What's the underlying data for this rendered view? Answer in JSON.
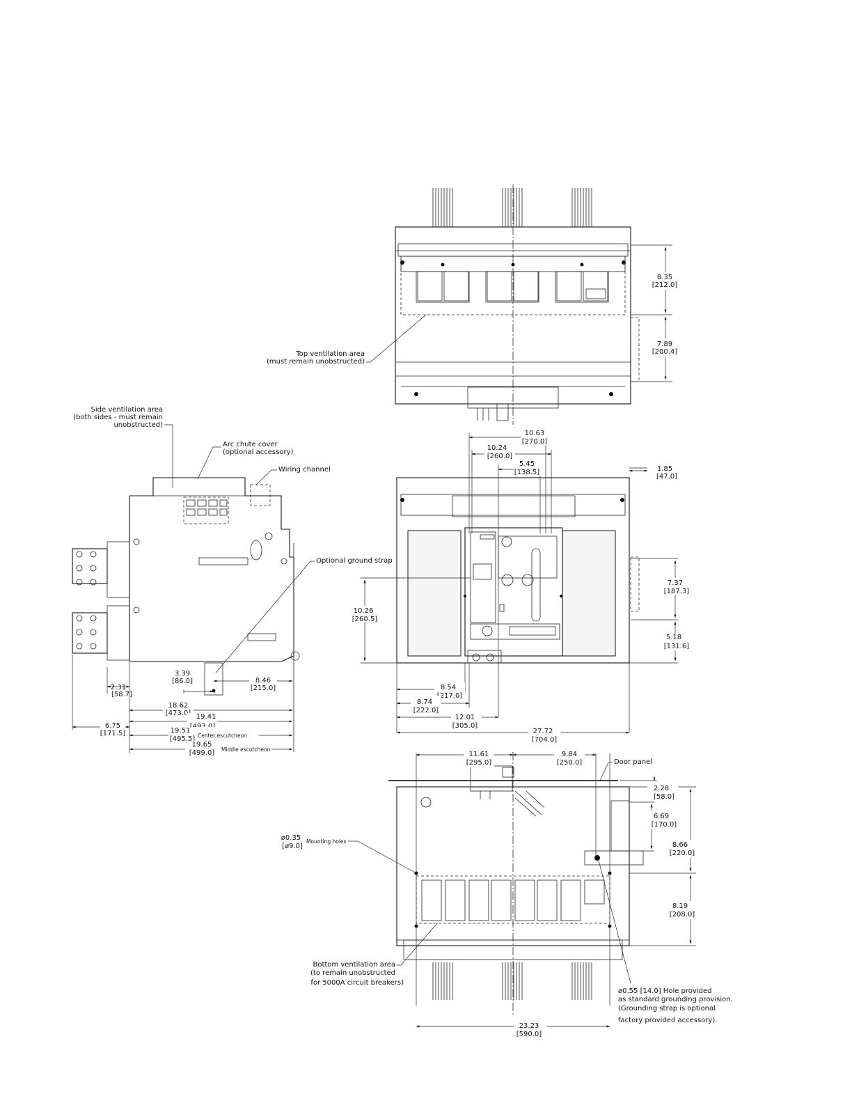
{
  "diagram": {
    "top_view": {
      "labels": {
        "top_vent_1": "Top ventilation area",
        "top_vent_2": "(must remain unobstructed)"
      },
      "dims": {
        "d835": "8.35",
        "d835m": "[212.0]",
        "d789": "7.89",
        "d789m": "[200.4]"
      }
    },
    "side_view": {
      "labels": {
        "side_vent_1": "Side ventilation area",
        "side_vent_2": "(both sides - must remain",
        "side_vent_3": "unobstructed)",
        "arc_1": "Arc chute cover",
        "arc_2": "(optional accessory)",
        "wiring": "Wiring channel",
        "ground_strap": "Optional ground strap",
        "center_esc": "Center escutcheon",
        "middle_esc": "Middle escutcheon"
      },
      "dims": {
        "d339": "3.39",
        "d339m": "[86.0]",
        "d846": "8.46",
        "d846m": "[215.0]",
        "d231": "2.31",
        "d231m": "[58.7]",
        "d1862": "18.62",
        "d1862m": "[473.0]",
        "d1941": "19.41",
        "d1941m": "[493.0]",
        "d675": "6.75",
        "d675m": "[171.5]",
        "d1951": "19.51",
        "d1951m": "[495.5]",
        "d1965": "19.65",
        "d1965m": "[499.0]"
      }
    },
    "front_view": {
      "dims": {
        "d1063": "10.63",
        "d1063m": "[270.0]",
        "d1024": "10.24",
        "d1024m": "[260.0]",
        "d545": "5.45",
        "d545m": "[138.5]",
        "d185": "1.85",
        "d185m": "[47.0]",
        "d737": "7.37",
        "d737m": "[187.3]",
        "d1026": "10.26",
        "d1026m": "[260.5]",
        "d518": "5.18",
        "d518m": "[131.6]",
        "d854": "8.54",
        "d854m": "[217.0]",
        "d874": "8.74",
        "d874m": "[222.0]",
        "d1201": "12.01",
        "d1201m": "[305.0]",
        "d2772": "27.72",
        "d2772m": "[704.0]"
      }
    },
    "bottom_view": {
      "labels": {
        "door_panel": "Door panel",
        "mount_1": "ø0.35",
        "mount_2": "[ø9.0]",
        "mount_3": "Mounting holes",
        "bot_vent_1": "Bottom ventilation area",
        "bot_vent_2": "(to remain unobstructed",
        "bot_vent_3": "for 5000A circuit breakers)",
        "hole_1": "ø0.55 [14.0] Hole provided",
        "hole_2": "as standard grounding provision.",
        "hole_3": "(Grounding strap is optional",
        "hole_4": "factory provided accessory)."
      },
      "dims": {
        "d1161": "11.61",
        "d1161m": "[295.0]",
        "d984": "9.84",
        "d984m": "[250.0]",
        "d228": "2.28",
        "d228m": "[58.0]",
        "d669": "6.69",
        "d669m": "[170.0]",
        "d866": "8.66",
        "d866m": "[220.0]",
        "d819": "8.19",
        "d819m": "[208.0]",
        "d2323": "23.23",
        "d2323m": "[590.0]"
      }
    }
  }
}
